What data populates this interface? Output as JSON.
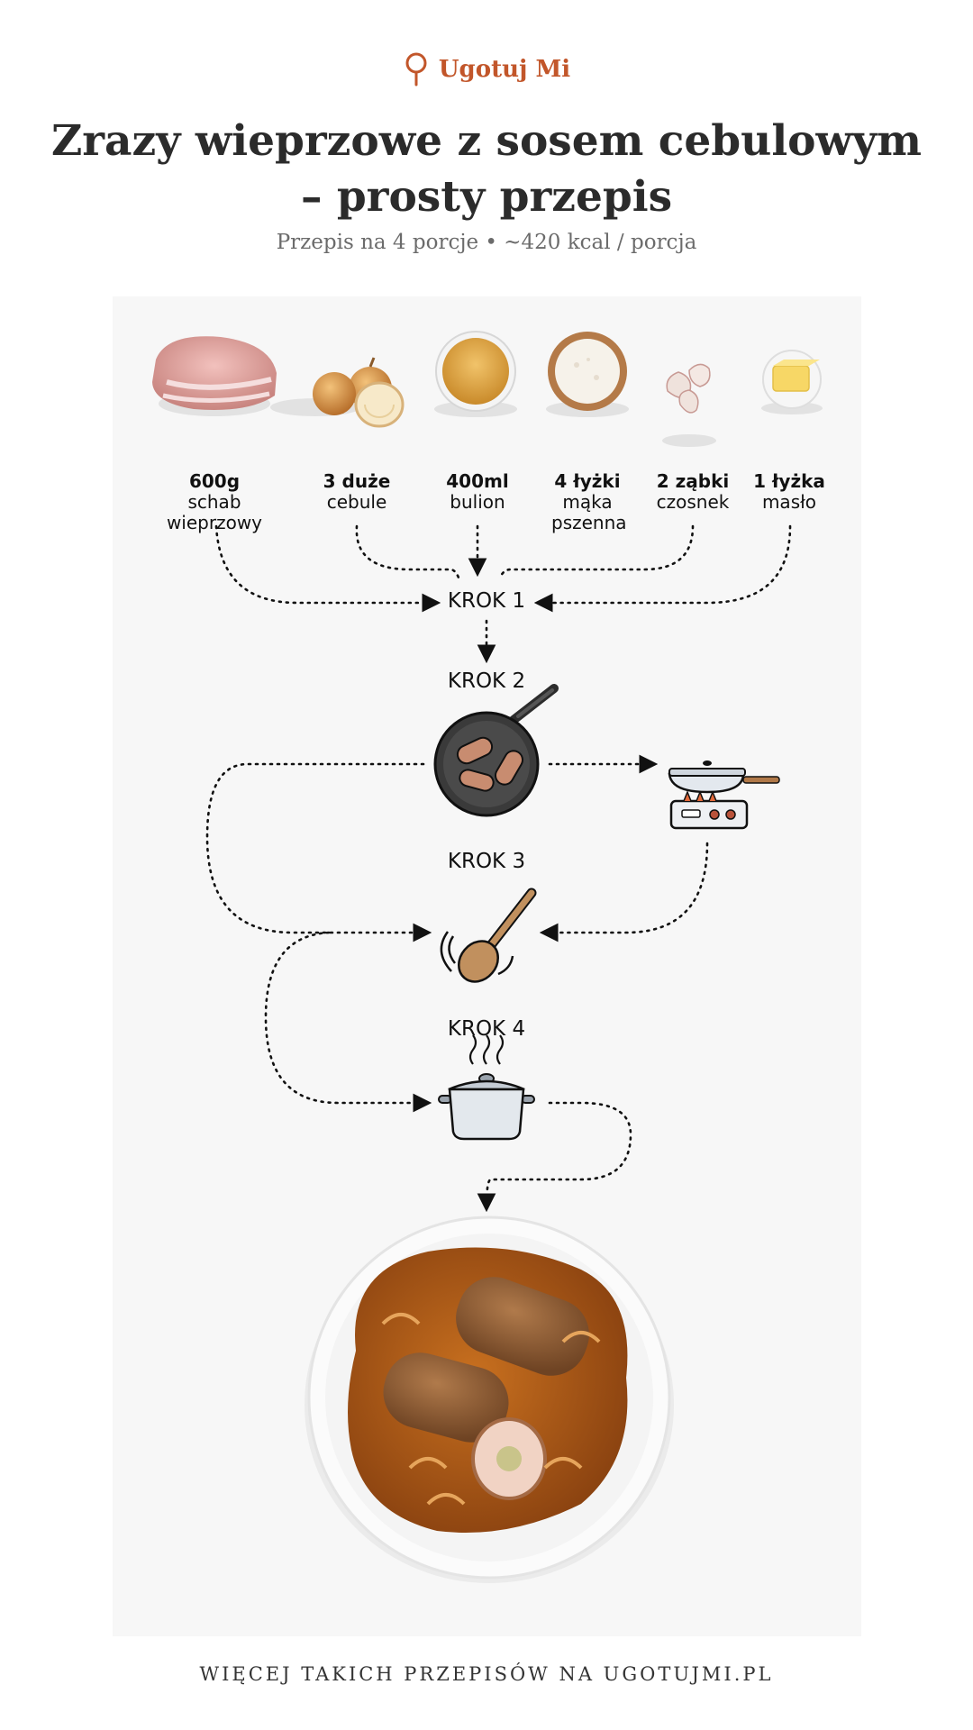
{
  "brand": {
    "name": "Ugotuj Mi",
    "logo_icon": "whisk-spoon-icon",
    "color": "#c2562a"
  },
  "title": "Zrazy wieprzowe z sosem cebulowym – prosty przepis",
  "subtitle": "Przepis na 4 porcje • ~420 kcal / porcja",
  "ingredients": [
    {
      "amount": "600g",
      "name": "schab wieprzowy",
      "icon": "pork-loin-icon"
    },
    {
      "amount": "3 duże",
      "name": "cebule",
      "icon": "onion-icon"
    },
    {
      "amount": "400ml",
      "name": "bulion",
      "icon": "broth-bowl-icon"
    },
    {
      "amount": "4 łyżki",
      "name": "mąka pszenna",
      "icon": "flour-bowl-icon"
    },
    {
      "amount": "2 ząbki",
      "name": "czosnek",
      "icon": "garlic-icon"
    },
    {
      "amount": "1 łyżka",
      "name": "masło",
      "icon": "butter-icon"
    }
  ],
  "steps": [
    {
      "label": "KROK 1"
    },
    {
      "label": "KROK 2",
      "icon": "frying-pan-icon"
    },
    {
      "label": "KROK 3",
      "icon": "wooden-spoon-icon"
    },
    {
      "label": "KROK 4",
      "icon": "cooking-pot-icon"
    }
  ],
  "side_icon": "stove-pan-icon",
  "final_dish_icon": "plate-with-zrazy-icon",
  "footer": "WIĘCEJ TAKICH PRZEPISÓW NA UGOTUJMI.PL"
}
